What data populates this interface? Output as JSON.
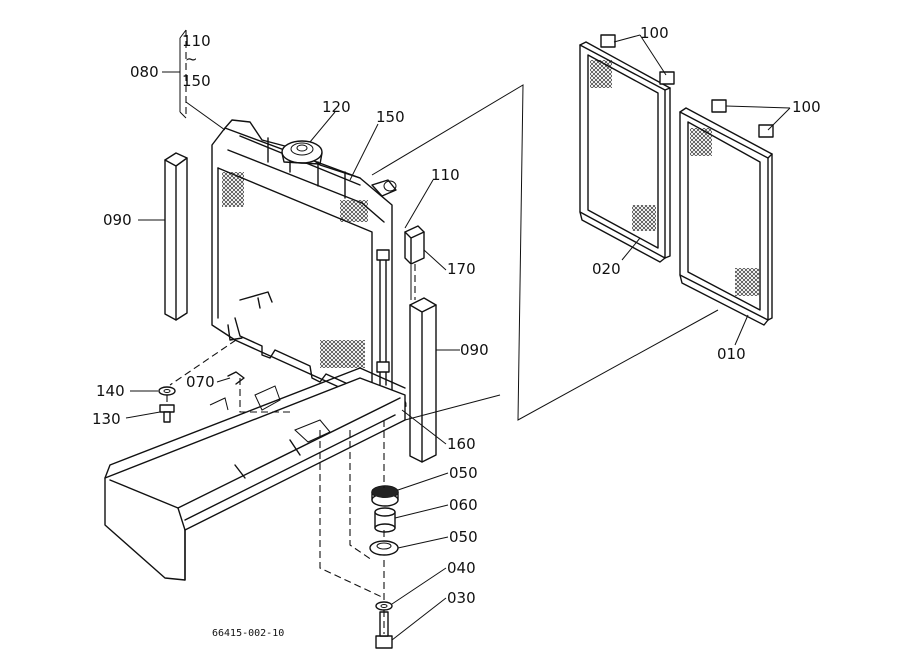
{
  "drawing_code": "66415-002-10",
  "labels": {
    "l110a": "110",
    "l150a": "150",
    "l080": "080",
    "l120": "120",
    "l150b": "150",
    "l110b": "110",
    "l170": "170",
    "l090a": "090",
    "l090b": "090",
    "l140": "140",
    "l130": "130",
    "l070": "070",
    "l160": "160",
    "l050a": "050",
    "l060": "060",
    "l050b": "050",
    "l040": "040",
    "l030": "030",
    "l100a": "100",
    "l100b": "100",
    "l020": "020",
    "l010": "010"
  }
}
